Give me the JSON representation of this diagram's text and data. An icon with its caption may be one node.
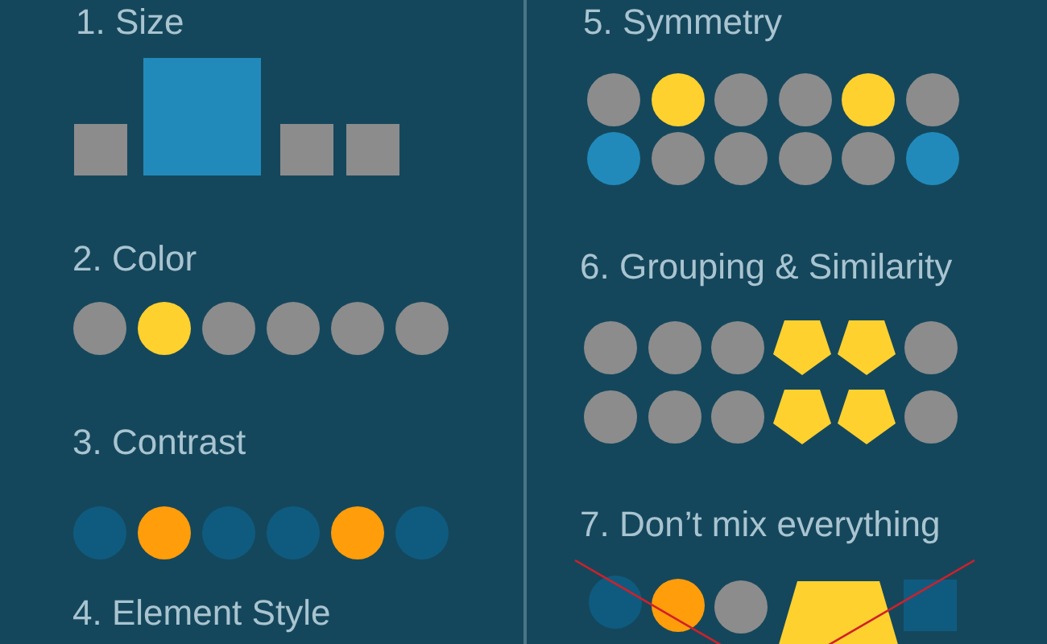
{
  "diagram": {
    "labels": [
      "1. Size",
      "2. Color",
      "3. Contrast",
      "4. Element Style",
      "5. Symmetry",
      "6. Grouping & Similarity",
      "7. Don’t mix everything"
    ]
  }
}
